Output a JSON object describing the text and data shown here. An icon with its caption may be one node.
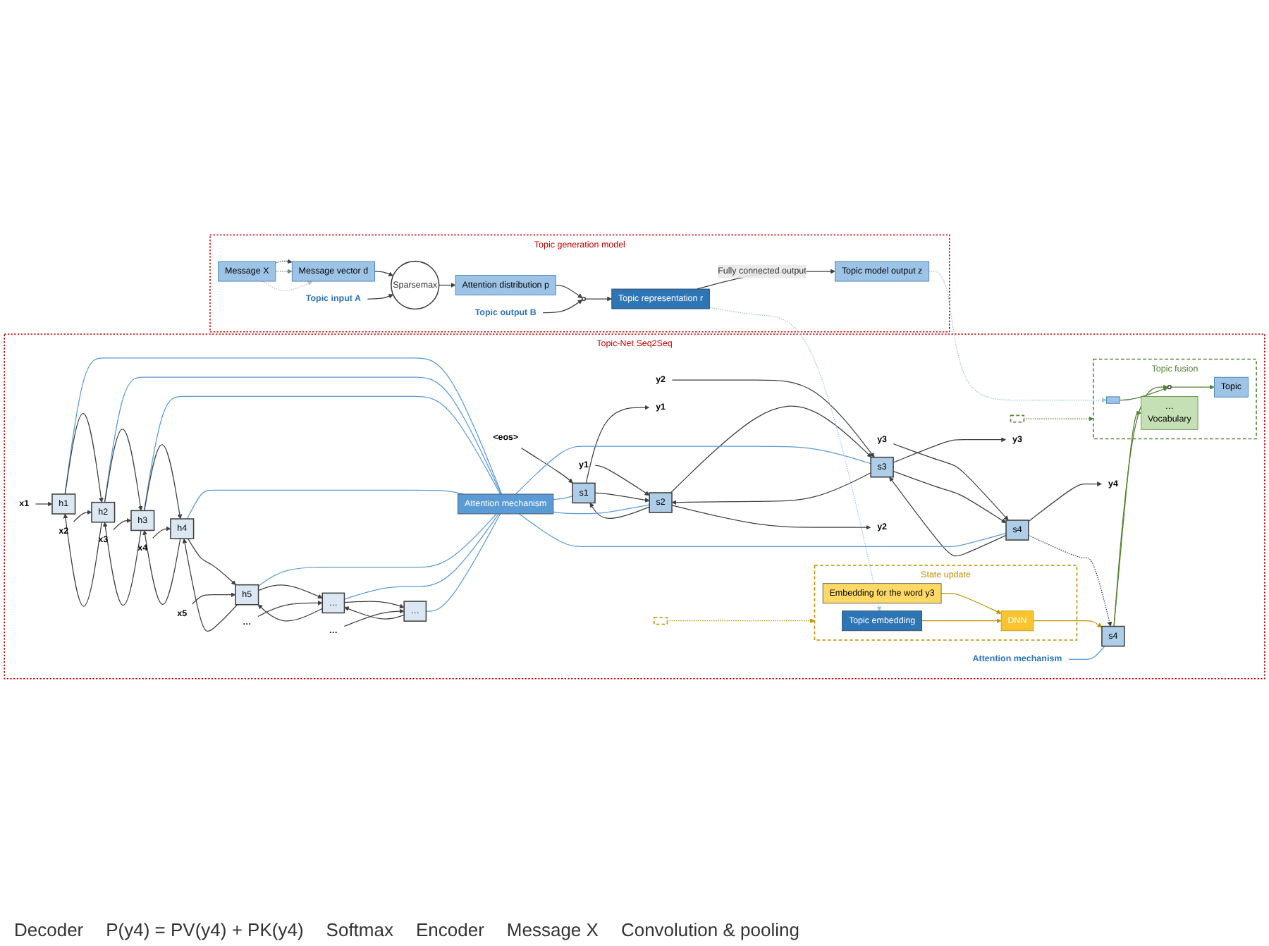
{
  "diagram": {
    "nodes": [
      {
        "text": [
          "Topic-Net Seq2Seq"
        ]
      },
      {
        "text": [
          "s1"
        ],
        "in": 0
      },
      {
        "text": [
          "s2"
        ],
        "in": 0
      },
      {
        "text": [
          "s3"
        ],
        "in": 0
      },
      {
        "text": [
          "s4"
        ],
        "in": 0
      },
      {
        "text": [
          "y1"
        ],
        "in": 0
      },
      {
        "text": [
          "y2"
        ],
        "in": 0
      },
      {
        "text": [
          "y3"
        ],
        "in": 0
      },
      {
        "text": [
          "y4"
        ],
        "in": 0
      },
      {
        "text": [
          "<eos>"
        ],
        "in": 0
      },
      {
        "text": [
          "y1"
        ],
        "in": 0
      },
      {
        "text": [
          "y2"
        ],
        "in": 0
      },
      {
        "text": [
          "y3"
        ],
        "in": 0
      },
      {
        "text": [
          "Attention mechanism"
        ],
        "in": 0
      },
      {
        "text": [
          "h1"
        ],
        "in": 0
      },
      {
        "text": [
          "h2"
        ],
        "in": 0
      },
      {
        "text": [
          "h3"
        ],
        "in": 0
      },
      {
        "text": [
          "h4"
        ],
        "in": 0
      },
      {
        "text": [
          "h5"
        ],
        "in": 0
      },
      {
        "text": [
          "…"
        ],
        "in": 0
      },
      {
        "text": [
          "…"
        ],
        "in": 0
      },
      {
        "text": [
          "x1"
        ],
        "in": 0
      },
      {
        "text": [
          "x2"
        ],
        "in": 0
      },
      {
        "text": [
          "x3"
        ],
        "in": 0
      },
      {
        "text": [
          "x4"
        ],
        "in": 0
      },
      {
        "text": [
          "x5"
        ],
        "in": 0
      },
      {
        "text": [
          "…"
        ],
        "in": 0
      },
      {
        "text": [
          "…"
        ],
        "in": 0
      },
      {
        "text": [],
        "shape": "box",
        "in": 0
      },
      {
        "text": [],
        "shape": "box",
        "in": 0
      },
      {
        "text": [
          "Topic fusion"
        ],
        "in": 0
      },
      {
        "text": [
          "…",
          "Vocabulary"
        ],
        "in": 30
      },
      {
        "text": [
          "Topic"
        ],
        "in": 30
      },
      {
        "text": [],
        "shape": "circle",
        "in": 30
      },
      {
        "text": [],
        "shape": "bar",
        "in": 30
      },
      {
        "text": [
          "s4"
        ],
        "in": 0
      },
      {
        "text": [
          "State update"
        ],
        "in": 0
      },
      {
        "text": [
          "DNN"
        ],
        "in": 36
      },
      {
        "text": [
          "Embedding for the word y3"
        ],
        "in": 36
      },
      {
        "text": [
          "Topic embedding"
        ],
        "in": 36
      },
      {
        "text": [
          "Attention mechanism"
        ],
        "in": 0
      },
      {
        "text": [
          "Topic generation model"
        ]
      },
      {
        "text": [
          "Message X"
        ],
        "in": 41
      },
      {
        "text": [
          "Message vector d"
        ],
        "in": 41
      },
      {
        "text": [
          "Topic input A"
        ],
        "in": 41
      },
      {
        "text": [
          "Sparsemax"
        ],
        "in": 41
      },
      {
        "text": [
          "Attention distribution p"
        ],
        "in": 41
      },
      {
        "text": [
          "Topic output B"
        ],
        "in": 41
      },
      {
        "text": [],
        "shape": "circle",
        "in": 41
      },
      {
        "text": [
          "Topic representation r"
        ],
        "in": 41
      },
      {
        "text": [
          "Topic model output z"
        ],
        "in": 41
      }
    ],
    "edges": [
      {
        "from": 1,
        "to": 5,
        "arrow": "to"
      },
      {
        "from": 2,
        "to": 6,
        "arrow": "to"
      },
      {
        "from": 3,
        "to": 7,
        "arrow": "to"
      },
      {
        "from": 4,
        "to": 8,
        "arrow": "to"
      },
      {
        "from": 9,
        "to": 1,
        "arrow": "to"
      },
      {
        "from": 10,
        "to": 2,
        "arrow": "to"
      },
      {
        "from": 11,
        "to": 3,
        "arrow": "to"
      },
      {
        "from": 12,
        "to": 4,
        "arrow": "to"
      },
      {
        "from": 1,
        "to": 2,
        "arrow": "to"
      },
      {
        "from": 2,
        "to": 3,
        "arrow": "to"
      },
      {
        "from": 3,
        "to": 4,
        "arrow": "to"
      },
      {
        "from": 2,
        "to": 1,
        "arrow": "to"
      },
      {
        "from": 3,
        "to": 2,
        "arrow": "to"
      },
      {
        "from": 4,
        "to": 3,
        "arrow": "to"
      },
      {
        "from": 13,
        "to": 1,
        "arrow": "none",
        "color": "#5b9bd5"
      },
      {
        "from": 13,
        "to": 2,
        "arrow": "none",
        "color": "#5b9bd5"
      },
      {
        "from": 13,
        "to": 3,
        "arrow": "none",
        "color": "#5b9bd5"
      },
      {
        "from": 13,
        "to": 4,
        "arrow": "none",
        "color": "#5b9bd5"
      },
      {
        "from": 14,
        "to": 13,
        "arrow": "none",
        "color": "#5b9bd5"
      },
      {
        "from": 15,
        "to": 13,
        "arrow": "none",
        "color": "#5b9bd5"
      },
      {
        "from": 16,
        "to": 13,
        "arrow": "none",
        "color": "#5b9bd5"
      },
      {
        "from": 17,
        "to": 13,
        "arrow": "none",
        "color": "#5b9bd5"
      },
      {
        "from": 18,
        "to": 13,
        "arrow": "none",
        "color": "#5b9bd5"
      },
      {
        "from": 19,
        "to": 13,
        "arrow": "none",
        "color": "#5b9bd5"
      },
      {
        "from": 20,
        "to": 13,
        "arrow": "none",
        "color": "#5b9bd5"
      },
      {
        "from": 14,
        "to": 15,
        "arrow": "to"
      },
      {
        "from": 15,
        "to": 16,
        "arrow": "to"
      },
      {
        "from": 16,
        "to": 17,
        "arrow": "to"
      },
      {
        "from": 17,
        "to": 18,
        "arrow": "to"
      },
      {
        "from": 18,
        "to": 19,
        "arrow": "to"
      },
      {
        "from": 19,
        "to": 20,
        "arrow": "to"
      },
      {
        "from": 15,
        "to": 14,
        "arrow": "to"
      },
      {
        "from": 16,
        "to": 15,
        "arrow": "to"
      },
      {
        "from": 17,
        "to": 16,
        "arrow": "to"
      },
      {
        "from": 18,
        "to": 17,
        "arrow": "to"
      },
      {
        "from": 19,
        "to": 18,
        "arrow": "to"
      },
      {
        "from": 20,
        "to": 19,
        "arrow": "to"
      },
      {
        "from": 21,
        "to": 14,
        "arrow": "to"
      },
      {
        "from": 22,
        "to": 15,
        "arrow": "to"
      },
      {
        "from": 23,
        "to": 16,
        "arrow": "to"
      },
      {
        "from": 24,
        "to": 17,
        "arrow": "to"
      },
      {
        "from": 25,
        "to": 18,
        "arrow": "to"
      },
      {
        "from": 26,
        "to": 19,
        "arrow": "to"
      },
      {
        "from": 27,
        "to": 20,
        "arrow": "to"
      },
      {
        "from": 28,
        "to": 30,
        "arrow": "to",
        "style": "dashed",
        "color": "#548235"
      },
      {
        "from": 29,
        "to": 36,
        "arrow": "to",
        "style": "dashed",
        "color": "#bf9000"
      },
      {
        "from": 4,
        "to": 35,
        "arrow": "to",
        "style": "dashed",
        "color": "#333f50"
      },
      {
        "from": 35,
        "to": 31,
        "arrow": "to",
        "color": "#548235"
      },
      {
        "from": 35,
        "to": 33,
        "arrow": "to",
        "color": "#548235"
      },
      {
        "from": 34,
        "to": 33,
        "arrow": "to",
        "color": "#548235"
      },
      {
        "from": 33,
        "to": 32,
        "arrow": "to",
        "color": "#548235"
      },
      {
        "from": 37,
        "to": 35,
        "arrow": "to",
        "color": "#bf9000"
      },
      {
        "from": 38,
        "to": 37,
        "arrow": "to",
        "color": "#bf9000"
      },
      {
        "from": 39,
        "to": 37,
        "arrow": "to",
        "color": "#bf9000"
      },
      {
        "from": 40,
        "to": 35,
        "arrow": "none",
        "color": "#5b9bd5"
      },
      {
        "from": 42,
        "to": 43,
        "arrow": "to",
        "style": "dashed"
      },
      {
        "from": 42,
        "to": 43,
        "arrow": "to",
        "style": "dashed",
        "color": "#808080"
      },
      {
        "from": 42,
        "to": 43,
        "arrow": "to",
        "style": "dashed",
        "color": "#bfbfbf"
      },
      {
        "from": 43,
        "to": 45,
        "arrow": "to"
      },
      {
        "from": 44,
        "to": 45,
        "arrow": "to"
      },
      {
        "from": 45,
        "to": 46,
        "arrow": "to"
      },
      {
        "from": 46,
        "to": 48,
        "arrow": "to"
      },
      {
        "from": 47,
        "to": 48,
        "arrow": "to"
      },
      {
        "from": 48,
        "to": 49,
        "arrow": "to"
      },
      {
        "from": 49,
        "to": 50,
        "arrow": "to",
        "label": "Fully connected output"
      },
      {
        "from": 49,
        "to": 39,
        "arrow": "to",
        "style": "dashed",
        "color": "#9dc3e6"
      },
      {
        "from": 50,
        "to": 34,
        "arrow": "to",
        "style": "dashed",
        "color": "#9dc3e6"
      }
    ],
    "labels": [
      "Decoder",
      "P(y4) = PV(y4) + PK(y4)",
      "Softmax",
      "Encoder",
      "Message X",
      "Convolution & pooling"
    ]
  }
}
